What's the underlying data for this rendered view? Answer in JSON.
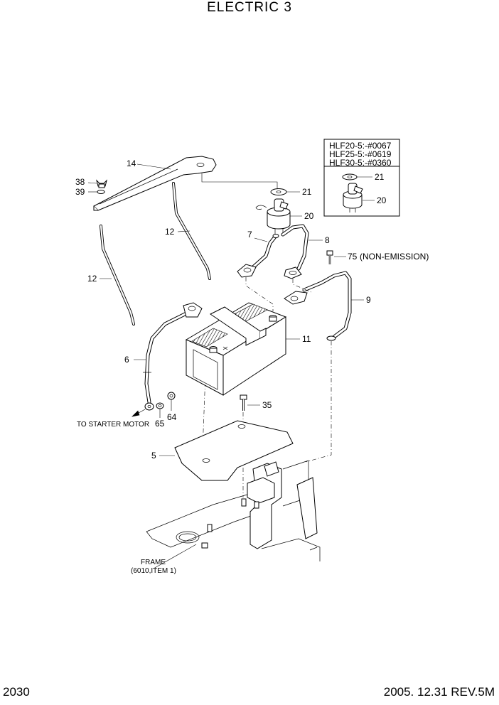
{
  "title": "ELECTRIC 3",
  "page_number": "2030",
  "revision": "2005. 12.31  REV.5M",
  "inset": {
    "models": [
      "HLF20-5:-#0067",
      "HLF25-5:-#0619",
      "HLF30-5:-#0360"
    ],
    "callouts": [
      "21",
      "20"
    ]
  },
  "callouts": {
    "c14": "14",
    "c38": "38",
    "c39": "39",
    "c12a": "12",
    "c12b": "12",
    "c21": "21",
    "c20": "20",
    "c7": "7",
    "c8": "8",
    "c75": "75",
    "c75_note": "(NON-EMISSION)",
    "c9": "9",
    "c11": "11",
    "c6": "6",
    "c35": "35",
    "c64": "64",
    "c65": "65",
    "c5": "5"
  },
  "notes": {
    "starter": "TO STARTER MOTOR",
    "frame": "FRAME",
    "frame_ref": "(6010,ITEM 1)"
  }
}
